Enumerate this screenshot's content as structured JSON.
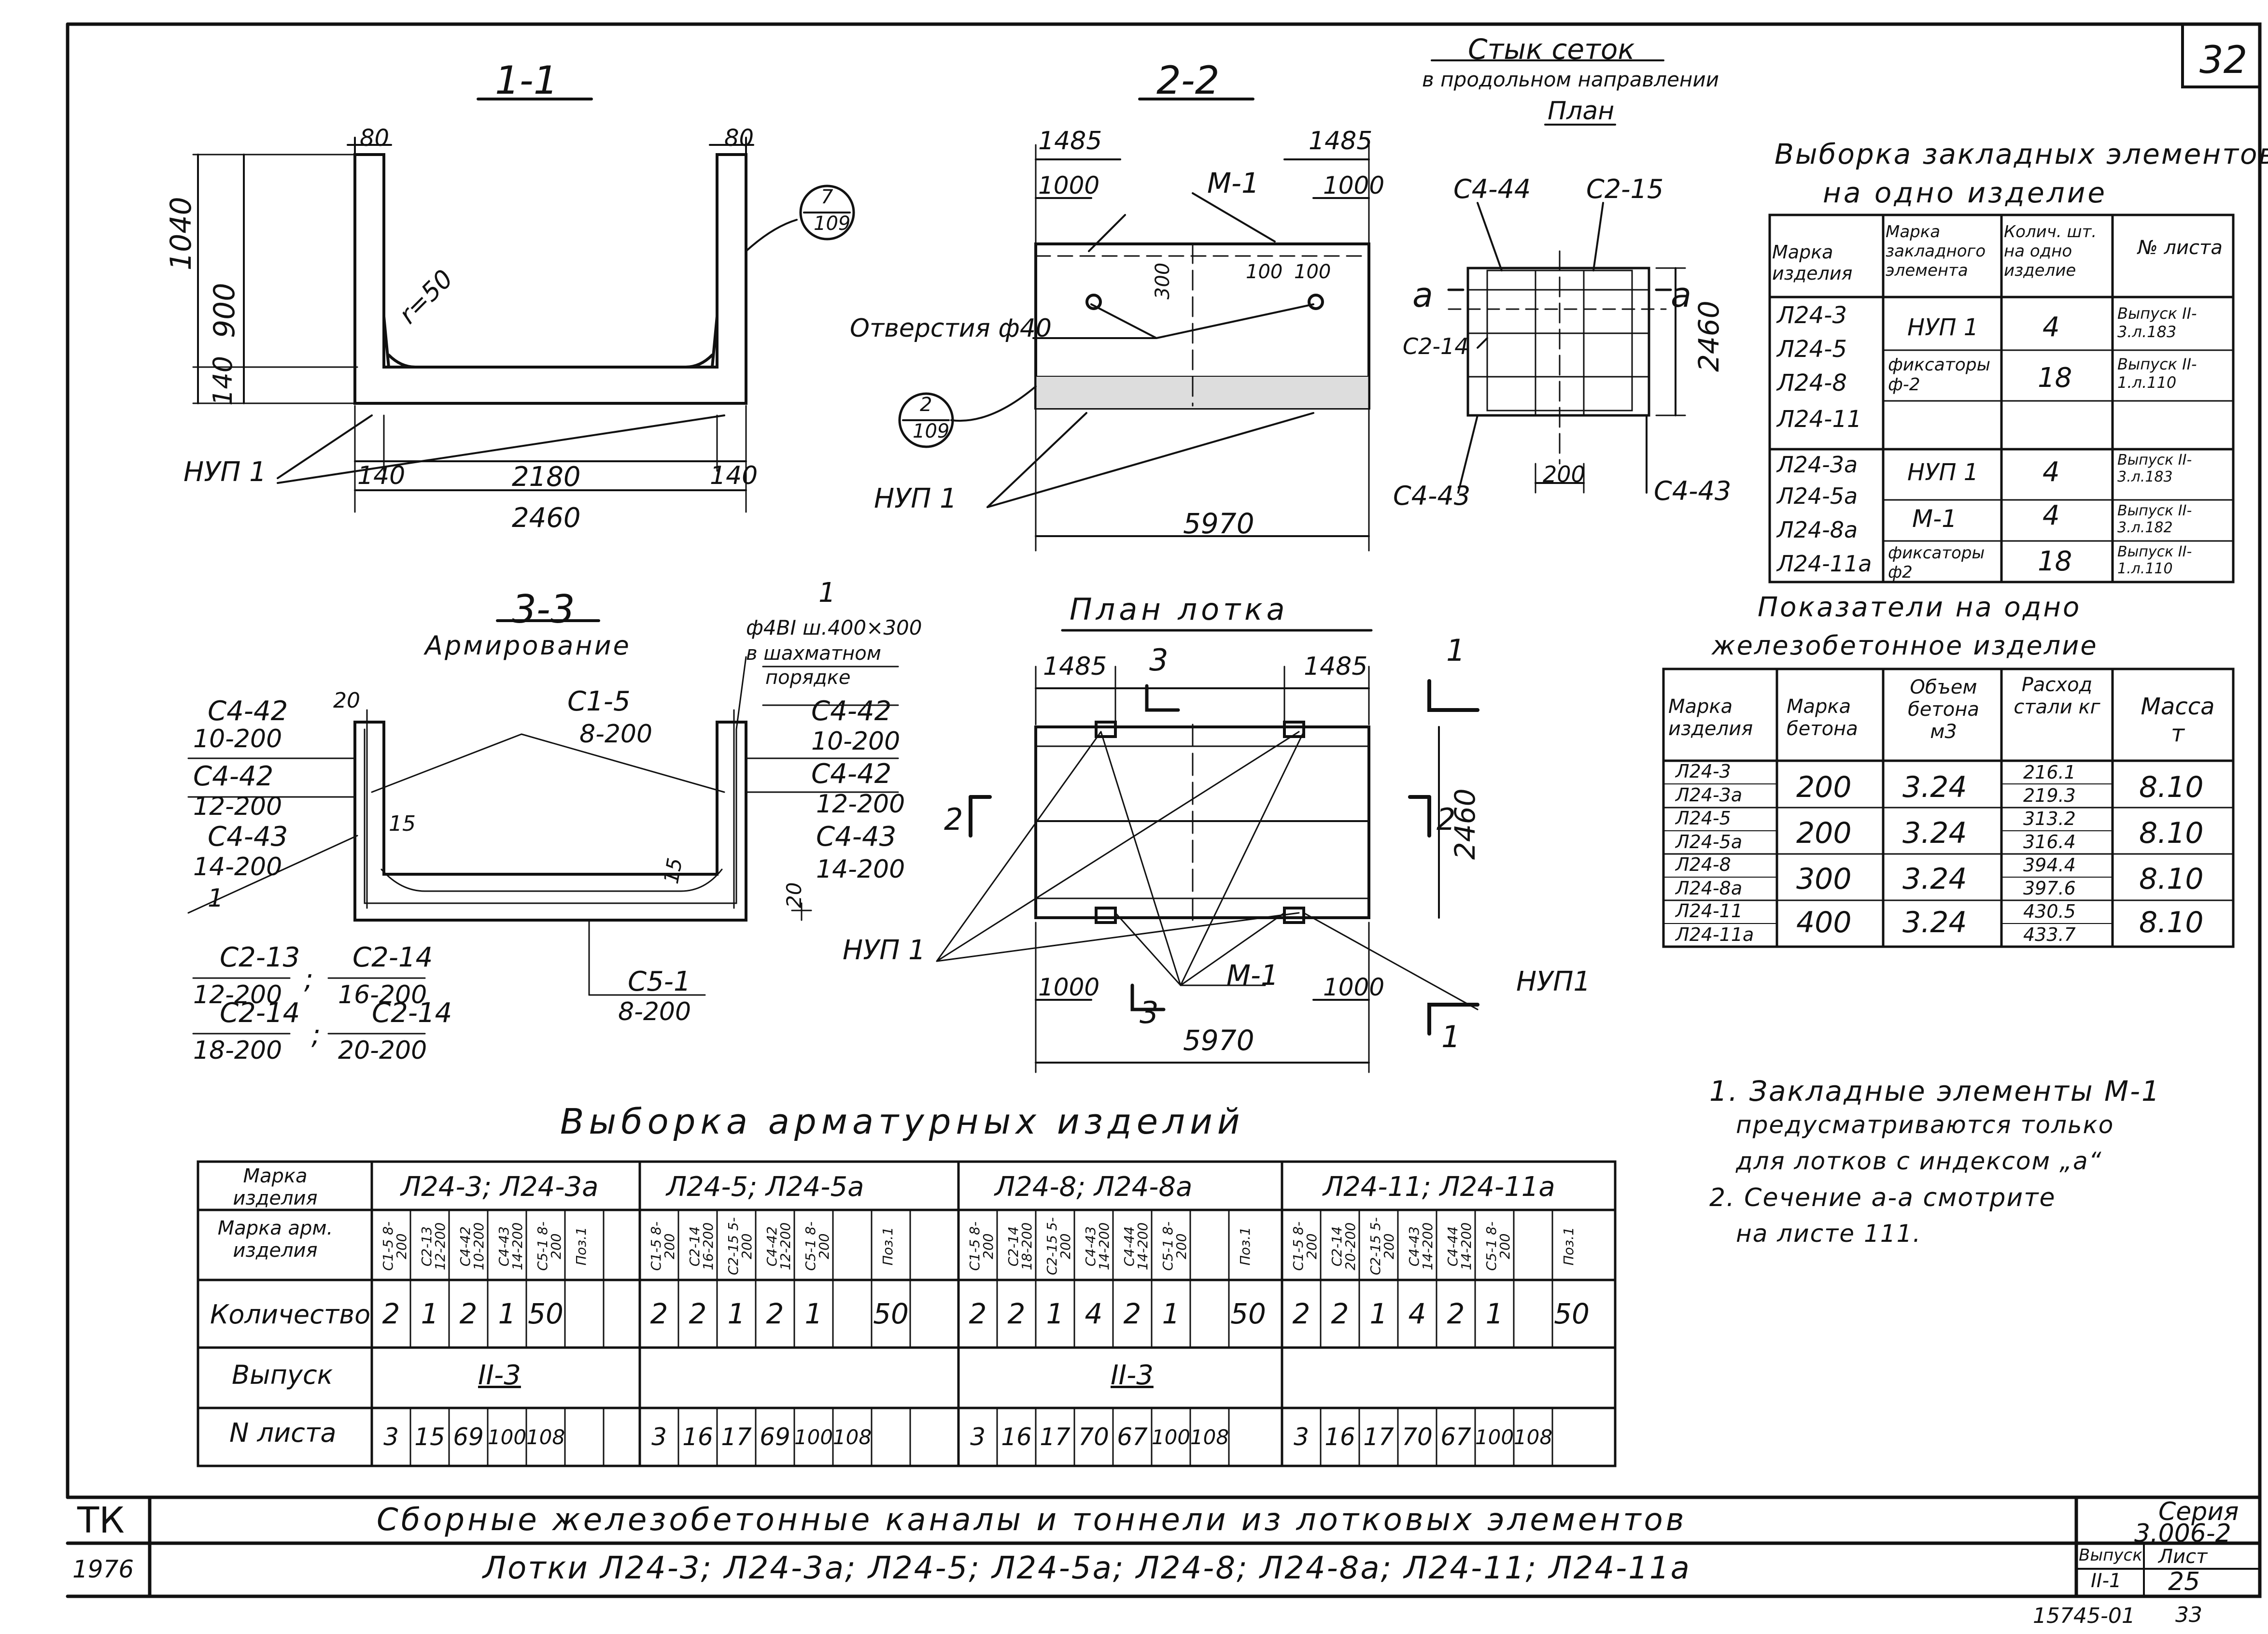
{
  "sheet": {
    "page_number": "32",
    "archive_no": "15745-01",
    "archive_page": "33"
  },
  "sections": {
    "s11": {
      "title": "1-1",
      "d80a": "80",
      "d80b": "80",
      "d1040": "1040",
      "d900": "900",
      "d140": "140",
      "r": "r=50",
      "ref": "7",
      "refsub": "109",
      "nup": "НУП 1",
      "b140a": "140",
      "b2180": "2180",
      "b140b": "140",
      "b2460": "2460"
    },
    "s22": {
      "title": "2-2",
      "d1485a": "1485",
      "d1485b": "1485",
      "d1000a": "1000",
      "d1000b": "1000",
      "m1": "М-1",
      "d100a": "100",
      "d100b": "100",
      "d300": "300",
      "hole": "Отверстия ф40",
      "ref": "2",
      "refsub": "109",
      "nup": "НУП 1",
      "b5970": "5970"
    },
    "joint": {
      "title": "Стык сеток",
      "sub": "в продольном направлении",
      "plan": "План",
      "c444": "С4-44",
      "c215": "С2-15",
      "a1": "а",
      "a2": "а",
      "c214": "С2-14",
      "d2460": "2460",
      "c443a": "С4-43",
      "c443b": "С4-43",
      "d200": "200"
    },
    "s33": {
      "title": "3-3",
      "sub": "Армирование",
      "top1": "1",
      "top2": "ф4ВI ш.400×300",
      "top3": "в шахматном",
      "top4": "порядке",
      "l1": "С4-42",
      "l1b": "10-200",
      "l2": "С4-42",
      "l2b": "12-200",
      "l3": "С4-43",
      "l3b": "14-200",
      "l4": "1",
      "c15": "С1-5",
      "c15b": "8-200",
      "r1": "С4-42",
      "r1b": "10-200",
      "r2": "С4-42",
      "r2b": "12-200",
      "r3": "С4-43",
      "r3b": "14-200",
      "d20a": "20",
      "d15a": "15",
      "d15b": "15",
      "d20b": "20",
      "b1": "С2-13",
      "b1b": "12-200",
      "b2": "С2-14",
      "b2b": "16-200",
      "b3": "С2-14",
      "b3b": "18-200",
      "b4": "С2-14",
      "b4b": "20-200",
      "semi1": ";",
      "semi2": ";",
      "c51": "С5-1",
      "c51b": "8-200"
    },
    "plan": {
      "title": "План лотка",
      "d1485a": "1485",
      "n3top": "3",
      "d1485b": "1485",
      "n1top": "1",
      "n2l": "2",
      "n2r": "2",
      "d2460": "2460",
      "nup1": "НУП 1",
      "m1": "М-1",
      "d1000a": "1000",
      "d1000b": "1000",
      "n3bot": "3",
      "nup2": "НУП1",
      "b5970": "5970",
      "n1bot": "1"
    }
  },
  "embedded": {
    "title1": "Выборка закладных элементов",
    "title2": "на одно изделие",
    "headers": [
      "Марка изделия",
      "Марка закладного элемента",
      "Колич. шт. на одно изделие",
      "№ листа"
    ],
    "group1_marks": [
      "Л24-3",
      "Л24-5",
      "Л24-8",
      "Л24-11"
    ],
    "group1_rows": [
      [
        "НУП 1",
        "4",
        "Выпуск II-3.л.183"
      ],
      [
        "фиксаторы ф-2",
        "18",
        "Выпуск II-1.л.110"
      ]
    ],
    "group2_marks": [
      "Л24-3а",
      "Л24-5а",
      "Л24-8а",
      "Л24-11а"
    ],
    "group2_rows": [
      [
        "НУП 1",
        "4",
        "Выпуск II-3.л.183"
      ],
      [
        "М-1",
        "4",
        "Выпуск II-3.л.182"
      ],
      [
        "фиксаторы ф2",
        "18",
        "Выпуск II-1.л.110"
      ]
    ]
  },
  "indicators": {
    "title1": "Показатели на одно",
    "title2": "железобетонное изделие",
    "headers": [
      "Марка изделия",
      "Марка бетона",
      "Объем бетона м3",
      "Расход стали кг",
      "Масса т"
    ],
    "rows": [
      {
        "m1": "Л24-3",
        "m2": "Л24-3а",
        "grade": "200",
        "vol": "3.24",
        "s1": "216.1",
        "s2": "219.3",
        "mass": "8.10"
      },
      {
        "m1": "Л24-5",
        "m2": "Л24-5а",
        "grade": "200",
        "vol": "3.24",
        "s1": "313.2",
        "s2": "316.4",
        "mass": "8.10"
      },
      {
        "m1": "Л24-8",
        "m2": "Л24-8а",
        "grade": "300",
        "vol": "3.24",
        "s1": "394.4",
        "s2": "397.6",
        "mass": "8.10"
      },
      {
        "m1": "Л24-11",
        "m2": "Л24-11а",
        "grade": "400",
        "vol": "3.24",
        "s1": "430.5",
        "s2": "433.7",
        "mass": "8.10"
      }
    ]
  },
  "rebar": {
    "title": "Выборка арматурных изделий",
    "label_mark": "Марка изделия",
    "label_armmark": "Марка арм. изделия",
    "label_qty": "Количество",
    "label_issue": "Выпуск",
    "label_sheet": "N листа",
    "groups": [
      {
        "name": "Л24-3; Л24-3а",
        "marks": [
          "С1-5 8-200",
          "С2-13 12-200",
          "С4-42 10-200",
          "С4-43 14-200",
          "С5-1 8-200",
          "Поз.1"
        ],
        "qty": [
          "2",
          "1",
          "2",
          "1",
          "50"
        ],
        "sheets": [
          "3",
          "15",
          "69",
          "100",
          "108"
        ]
      },
      {
        "name": "Л24-5; Л24-5а",
        "marks": [
          "С1-5 8-200",
          "С2-14 16-200",
          "С2-15 5-200",
          "С4-42 12-200",
          "С5-1 8-200",
          "Поз.1"
        ],
        "qty": [
          "2",
          "2",
          "1",
          "2",
          "1",
          "50"
        ],
        "sheets": [
          "3",
          "16",
          "17",
          "69",
          "100",
          "108"
        ]
      },
      {
        "name": "Л24-8; Л24-8а",
        "marks": [
          "С1-5 8-200",
          "С2-14 18-200",
          "С2-15 5-200",
          "С4-43 14-200",
          "С4-44 14-200",
          "С5-1 8-200",
          "Поз.1"
        ],
        "qty": [
          "2",
          "2",
          "1",
          "4",
          "2",
          "1",
          "50"
        ],
        "sheets": [
          "3",
          "16",
          "17",
          "70",
          "67",
          "100",
          "108"
        ]
      },
      {
        "name": "Л24-11; Л24-11а",
        "marks": [
          "С1-5 8-200",
          "С2-14 20-200",
          "С2-15 5-200",
          "С4-43 14-200",
          "С4-44 14-200",
          "С5-1 8-200",
          "Поз.1"
        ],
        "qty": [
          "2",
          "2",
          "1",
          "4",
          "2",
          "1",
          "50"
        ],
        "sheets": [
          "3",
          "16",
          "17",
          "70",
          "67",
          "100",
          "108"
        ]
      }
    ],
    "issue1": "II-3",
    "issue2": "II-3"
  },
  "notes": [
    "1. Закладные элементы М-1",
    "предусматриваются только",
    "для лотков с индексом „а“",
    "2. Сечение а-а смотрите",
    "на листе 111."
  ],
  "titleblock": {
    "tk": "ТК",
    "year": "1976",
    "title": "Сборные железобетонные каналы и тоннели из лотковых элементов",
    "subtitle": "Лотки Л24-3; Л24-3а; Л24-5; Л24-5а; Л24-8; Л24-8а; Л24-11; Л24-11а",
    "series_label": "Серия",
    "series_value": "3.006-2",
    "issue_label": "Выпуск",
    "issue_value": "II-1",
    "sheet_label": "Лист",
    "sheet_value": "25"
  }
}
